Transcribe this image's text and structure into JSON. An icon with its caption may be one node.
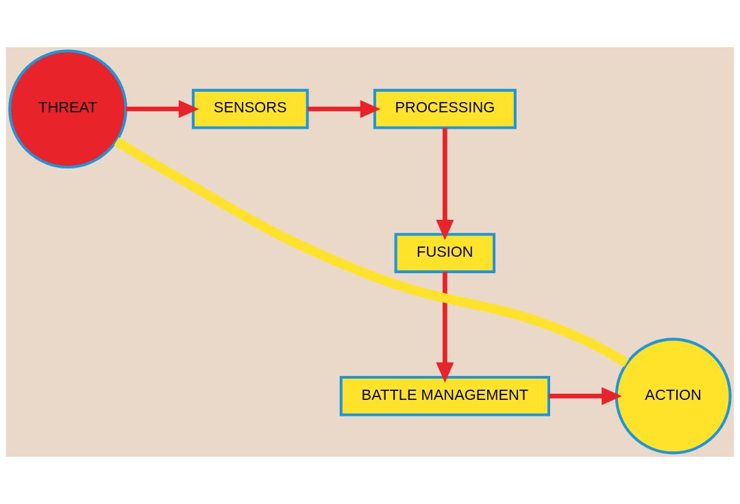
{
  "diagram": {
    "nodes": [
      {
        "text": [
          "THREAT"
        ]
      },
      {
        "text": [
          "SENSORS"
        ]
      },
      {
        "text": [
          "PROCESSING"
        ]
      },
      {
        "text": [
          "FUSION"
        ]
      },
      {
        "text": [
          "BATTLE MANAGEMENT"
        ]
      },
      {
        "text": [
          "ACTION"
        ]
      }
    ],
    "edges": [
      {
        "from": 0,
        "to": 1,
        "arrow": "to"
      },
      {
        "from": 1,
        "to": 2,
        "arrow": "to"
      },
      {
        "from": 2,
        "to": 3,
        "arrow": "to"
      },
      {
        "from": 3,
        "to": 4,
        "arrow": "to"
      },
      {
        "from": 4,
        "to": 5,
        "arrow": "to"
      },
      {
        "from": 5,
        "to": 0,
        "arrow": "none",
        "style": "thick",
        "color": "#ffe22a"
      }
    ]
  }
}
